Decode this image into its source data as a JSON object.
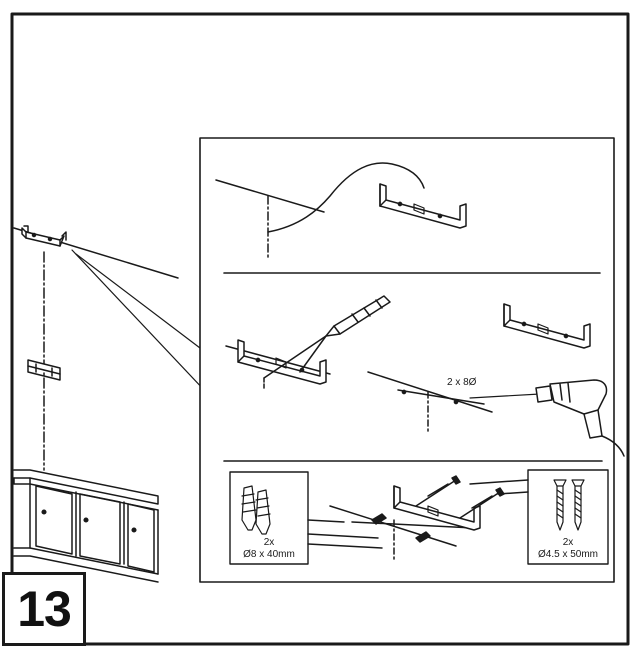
{
  "step": {
    "number": "13"
  },
  "drill": {
    "label": "2 x 8Ø"
  },
  "plugs": {
    "count": "2x",
    "size": "Ø8 x 40mm",
    "icon": "wall-plug-icon"
  },
  "screws": {
    "count": "2x",
    "size": "Ø4.5 x 50mm",
    "icon": "screw-icon"
  },
  "colors": {
    "line": "#1a1a1a",
    "background": "#ffffff"
  }
}
